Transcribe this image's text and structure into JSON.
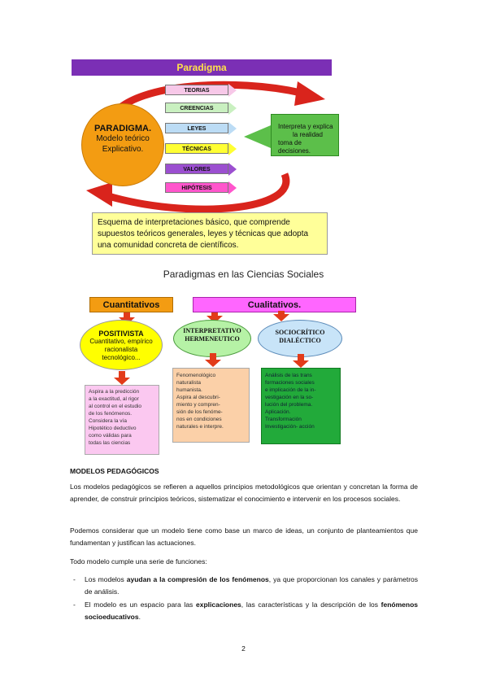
{
  "diagram1": {
    "banner": "Paradigma",
    "circle": {
      "title": "PARADIGMA.",
      "line1": "Modelo teórico",
      "line2": "Explicativo."
    },
    "arrows": [
      {
        "label": "TEORIAS",
        "color": "#f7c8e8"
      },
      {
        "label": "CREENCIAS",
        "color": "#c9f0c0"
      },
      {
        "label": "LEYES",
        "color": "#bcdcf5"
      },
      {
        "label": "TÉCNICAS",
        "color": "#ffff33"
      },
      {
        "label": "VALORES",
        "color": "#9b4fd0"
      },
      {
        "label": "HIPÓTESIS",
        "color": "#ff55cc"
      }
    ],
    "green_box": {
      "line1": "Interpreta y explica",
      "line2": "la realidad",
      "line3": "toma de decisiones."
    },
    "yellow_box": "Esquema de interpretaciones básico, que comprende supuestos teóricos generales, leyes y técnicas que adopta una comunidad concreta de científicos."
  },
  "diagram2": {
    "title": "Paradigmas en las Ciencias Sociales",
    "header_quant": "Cuantitativos",
    "header_qual": "Cualitativos.",
    "positivista": {
      "title": "POSITIVISTA",
      "line1": "Cuantitativo, empírico",
      "line2": "racionalista",
      "line3": "tecnológico..."
    },
    "interpretativo": {
      "line1": "INTERPRETATIVO",
      "line2": "HERMENEUTICO"
    },
    "sociocritico": {
      "line1": "SOCIOCRÍTICO",
      "line2": "DIALÉCTICO"
    },
    "box_pink": [
      "Aspira a la predicción",
      "a la exactitud, al rigor",
      "al control en el estudio",
      "de los fenómenos.",
      "Considera la vía",
      "Hipotético deductivo",
      "como válidas para",
      "todas las ciencias"
    ],
    "box_peach": [
      "Fenomenológico",
      "naturalista",
      "humanista.",
      "Aspira al descubri-",
      "miento y compren-",
      "sión de los fenóme-",
      "nos en condiciones",
      "naturales e interpre."
    ],
    "box_green": [
      "Análisis de las trans",
      "formaciones sociales",
      "e implicación de la in-",
      "vestigación en la so-",
      "lución del problema.",
      "Aplicación.",
      "Transformación",
      "Investigación- acción"
    ]
  },
  "text": {
    "heading": "MODELOS PEDAGÓGICOS",
    "p1": "Los modelos pedagógicos se refieren a aquellos principios metodológicos que orientan y concretan la forma de aprender, de construir principios teóricos, sistematizar el conocimiento e intervenir en los procesos sociales.",
    "p2": "Podemos considerar que un modelo tiene como base un marco de ideas, un conjunto de planteamientos que fundamentan y justifican las actuaciones.",
    "p3": "Todo modelo cumple una serie de funciones:",
    "b1_pre": "Los modelos ",
    "b1_bold": "ayudan a la compresión de los fenómenos",
    "b1_post": ", ya que proporcionan los canales y parámetros de análisis.",
    "b2_pre": "El modelo es un espacio para las ",
    "b2_bold1": "explicaciones",
    "b2_mid": ", las características y la descripción de los ",
    "b2_bold2": "fenómenos socioeducativos",
    "b2_post": ".",
    "dash": "-"
  },
  "page_number": "2"
}
